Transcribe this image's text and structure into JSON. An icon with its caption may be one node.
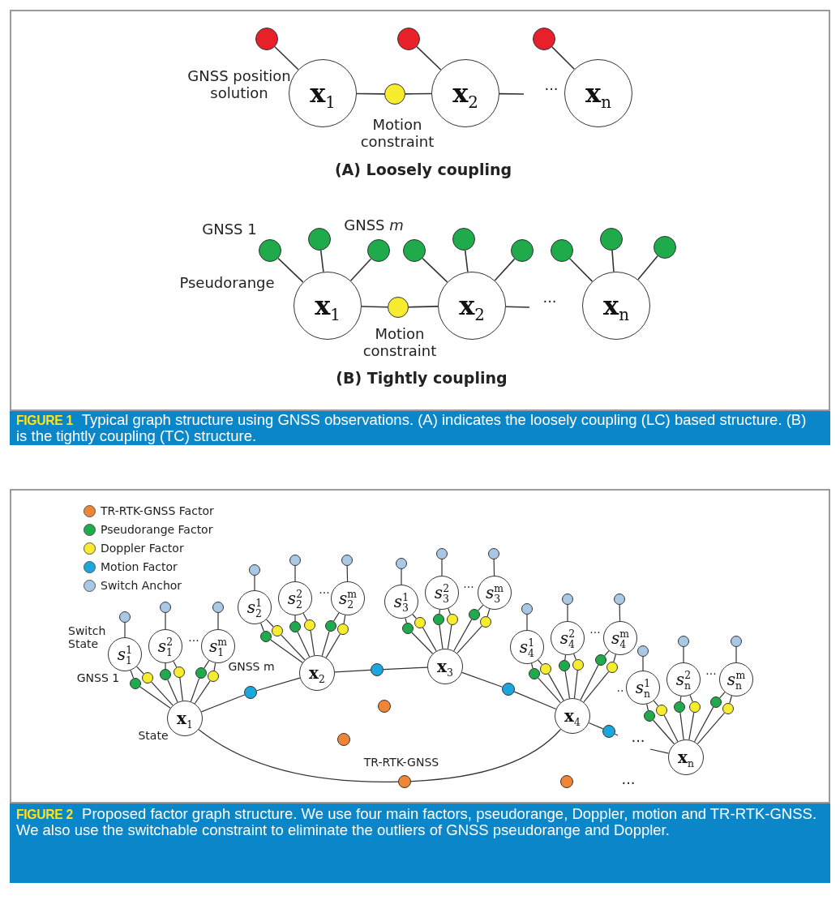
{
  "diagram": {
    "nodes": [
      {
        "text": [],
        "shape": "circle"
      },
      {
        "text": [
          "**x**$_{1}$"
        ]
      },
      {
        "text": [],
        "shape": "circle"
      },
      {
        "text": [],
        "shape": "circle"
      },
      {
        "text": [
          "**x**$_{2}$"
        ]
      },
      {
        "text": [],
        "shape": "circle"
      },
      {
        "text": [
          "**x**$_{n}$"
        ]
      },
      {
        "text": [],
        "shape": "circle"
      },
      {
        "text": [],
        "shape": "circle"
      },
      {
        "text": [],
        "shape": "circle"
      },
      {
        "text": [
          "**x**$_{1}$"
        ]
      },
      {
        "text": [],
        "shape": "circle"
      },
      {
        "text": [],
        "shape": "circle"
      },
      {
        "text": [],
        "shape": "circle"
      },
      {
        "text": [],
        "shape": "circle"
      },
      {
        "text": [
          "**x**$_{2}$"
        ]
      },
      {
        "text": [],
        "shape": "circle"
      },
      {
        "text": [],
        "shape": "circle"
      },
      {
        "text": [],
        "shape": "circle"
      },
      {
        "text": [
          "**x**$_{n}$"
        ]
      },
      {
        "text": [],
        "shape": "circle"
      },
      {
        "text": [],
        "shape": "circle"
      },
      {
        "text": [],
        "shape": "circle"
      },
      {
        "text": [
          "*s*$_{1}$$^{1}$"
        ]
      },
      {
        "text": [
          "*s*$_{1}$$^{2}$"
        ]
      },
      {
        "text": [
          "*s*$_{1}$$^{m}$"
        ]
      },
      {
        "text": [],
        "shape": "circle"
      },
      {
        "text": [],
        "shape": "circle"
      },
      {
        "text": [],
        "shape": "circle"
      },
      {
        "text": [],
        "shape": "circle"
      },
      {
        "text": [],
        "shape": "circle"
      },
      {
        "text": [],
        "shape": "circle"
      },
      {
        "text": [
          "**x**$_{1}$"
        ]
      },
      {
        "text": [],
        "shape": "circle"
      },
      {
        "text": [],
        "shape": "circle"
      },
      {
        "text": [],
        "shape": "circle"
      },
      {
        "text": [
          "*s*$_{2}$$^{1}$"
        ]
      },
      {
        "text": [
          "*s*$_{2}$$^{2}$"
        ]
      },
      {
        "text": [
          "*s*$_{2}$$^{m}$"
        ]
      },
      {
        "text": [],
        "shape": "circle"
      },
      {
        "text": [],
        "shape": "circle"
      },
      {
        "text": [],
        "shape": "circle"
      },
      {
        "text": [],
        "shape": "circle"
      },
      {
        "text": [],
        "shape": "circle"
      },
      {
        "text": [],
        "shape": "circle"
      },
      {
        "text": [
          "**x**$_{2}$"
        ]
      },
      {
        "text": [],
        "shape": "circle"
      },
      {
        "text": [],
        "shape": "circle"
      },
      {
        "text": [],
        "shape": "circle"
      },
      {
        "text": [
          "*s*$_{3}$$^{1}$"
        ]
      },
      {
        "text": [
          "*s*$_{3}$$^{2}$"
        ]
      },
      {
        "text": [
          "*s*$_{3}$$^{m}$"
        ]
      },
      {
        "text": [],
        "shape": "circle"
      },
      {
        "text": [],
        "shape": "circle"
      },
      {
        "text": [],
        "shape": "circle"
      },
      {
        "text": [],
        "shape": "circle"
      },
      {
        "text": [],
        "shape": "circle"
      },
      {
        "text": [],
        "shape": "circle"
      },
      {
        "text": [
          "**x**$_{3}$"
        ]
      },
      {
        "text": [],
        "shape": "circle"
      },
      {
        "text": [],
        "shape": "circle"
      },
      {
        "text": [],
        "shape": "circle"
      },
      {
        "text": [
          "*s*$_{4}$$^{1}$"
        ]
      },
      {
        "text": [
          "*s*$_{4}$$^{2}$"
        ]
      },
      {
        "text": [
          "*s*$_{4}$$^{m}$"
        ]
      },
      {
        "text": [],
        "shape": "circle"
      },
      {
        "text": [],
        "shape": "circle"
      },
      {
        "text": [],
        "shape": "circle"
      },
      {
        "text": [],
        "shape": "circle"
      },
      {
        "text": [],
        "shape": "circle"
      },
      {
        "text": [],
        "shape": "circle"
      },
      {
        "text": [
          "**x**$_{4}$"
        ]
      },
      {
        "text": [],
        "shape": "circle"
      },
      {
        "text": [],
        "shape": "circle"
      },
      {
        "text": [],
        "shape": "circle"
      },
      {
        "text": [
          "*s*$_{n}$$^{1}$"
        ]
      },
      {
        "text": [
          "*s*$_{n}$$^{2}$"
        ]
      },
      {
        "text": [
          "*s*$_{n}$$^{m}$"
        ]
      },
      {
        "text": [],
        "shape": "circle"
      },
      {
        "text": [],
        "shape": "circle"
      },
      {
        "text": [],
        "shape": "circle"
      },
      {
        "text": [],
        "shape": "circle"
      },
      {
        "text": [],
        "shape": "circle"
      },
      {
        "text": [],
        "shape": "circle"
      },
      {
        "text": [
          "**x**$_{n}$"
        ]
      },
      {
        "text": [],
        "shape": "circle"
      },
      {
        "text": [],
        "shape": "circle"
      },
      {
        "text": [],
        "shape": "circle"
      },
      {
        "text": [],
        "shape": "circle"
      },
      {
        "text": [],
        "shape": "circle"
      },
      {
        "text": [],
        "shape": "circle"
      },
      {
        "text": [],
        "shape": "circle"
      },
      {
        "text": [],
        "shape": "circle"
      }
    ],
    "edges": [
      {
        "from": 0,
        "to": 1,
        "arrow": "none"
      },
      {
        "from": 1,
        "to": 2,
        "arrow": "none"
      },
      {
        "from": 2,
        "to": 4,
        "arrow": "none"
      },
      {
        "from": 3,
        "to": 4,
        "arrow": "none"
      },
      {
        "from": 5,
        "to": 6,
        "arrow": "none"
      },
      {
        "from": 4,
        "to": null,
        "arrow": "none"
      },
      {
        "from": 7,
        "to": 10,
        "arrow": "none"
      },
      {
        "from": 8,
        "to": 10,
        "arrow": "none"
      },
      {
        "from": 9,
        "to": 10,
        "arrow": "none"
      },
      {
        "from": 10,
        "to": 11,
        "arrow": "none"
      },
      {
        "from": 11,
        "to": 15,
        "arrow": "none"
      },
      {
        "from": 12,
        "to": 15,
        "arrow": "none"
      },
      {
        "from": 13,
        "to": 15,
        "arrow": "none"
      },
      {
        "from": 14,
        "to": 15,
        "arrow": "none"
      },
      {
        "from": 15,
        "to": null,
        "arrow": "none"
      },
      {
        "from": 16,
        "to": 19,
        "arrow": "none"
      },
      {
        "from": 17,
        "to": 19,
        "arrow": "none"
      },
      {
        "from": 18,
        "to": 19,
        "arrow": "none"
      },
      {
        "from": 20,
        "to": 23,
        "arrow": "none"
      },
      {
        "from": 23,
        "to": 26,
        "arrow": "none"
      },
      {
        "from": 23,
        "to": 27,
        "arrow": "none"
      },
      {
        "from": 26,
        "to": 32,
        "arrow": "none"
      },
      {
        "from": 27,
        "to": 32,
        "arrow": "none"
      },
      {
        "from": 21,
        "to": 24,
        "arrow": "none"
      },
      {
        "from": 24,
        "to": 28,
        "arrow": "none"
      },
      {
        "from": 24,
        "to": 29,
        "arrow": "none"
      },
      {
        "from": 28,
        "to": 32,
        "arrow": "none"
      },
      {
        "from": 29,
        "to": 32,
        "arrow": "none"
      },
      {
        "from": 22,
        "to": 25,
        "arrow": "none"
      },
      {
        "from": 25,
        "to": 30,
        "arrow": "none"
      },
      {
        "from": 25,
        "to": 31,
        "arrow": "none"
      },
      {
        "from": 30,
        "to": 32,
        "arrow": "none"
      },
      {
        "from": 31,
        "to": 32,
        "arrow": "none"
      },
      {
        "from": 33,
        "to": 36,
        "arrow": "none"
      },
      {
        "from": 36,
        "to": 39,
        "arrow": "none"
      },
      {
        "from": 36,
        "to": 40,
        "arrow": "none"
      },
      {
        "from": 39,
        "to": 45,
        "arrow": "none"
      },
      {
        "from": 40,
        "to": 45,
        "arrow": "none"
      },
      {
        "from": 34,
        "to": 37,
        "arrow": "none"
      },
      {
        "from": 37,
        "to": 41,
        "arrow": "none"
      },
      {
        "from": 37,
        "to": 42,
        "arrow": "none"
      },
      {
        "from": 41,
        "to": 45,
        "arrow": "none"
      },
      {
        "from": 42,
        "to": 45,
        "arrow": "none"
      },
      {
        "from": 35,
        "to": 38,
        "arrow": "none"
      },
      {
        "from": 38,
        "to": 43,
        "arrow": "none"
      },
      {
        "from": 38,
        "to": 44,
        "arrow": "none"
      },
      {
        "from": 43,
        "to": 45,
        "arrow": "none"
      },
      {
        "from": 44,
        "to": 45,
        "arrow": "none"
      },
      {
        "from": 46,
        "to": 49,
        "arrow": "none"
      },
      {
        "from": 49,
        "to": 52,
        "arrow": "none"
      },
      {
        "from": 49,
        "to": 53,
        "arrow": "none"
      },
      {
        "from": 52,
        "to": 58,
        "arrow": "none"
      },
      {
        "from": 53,
        "to": 58,
        "arrow": "none"
      },
      {
        "from": 47,
        "to": 50,
        "arrow": "none"
      },
      {
        "from": 50,
        "to": 54,
        "arrow": "none"
      },
      {
        "from": 50,
        "to": 55,
        "arrow": "none"
      },
      {
        "from": 54,
        "to": 58,
        "arrow": "none"
      },
      {
        "from": 55,
        "to": 58,
        "arrow": "none"
      },
      {
        "from": 48,
        "to": 51,
        "arrow": "none"
      },
      {
        "from": 51,
        "to": 56,
        "arrow": "none"
      },
      {
        "from": 51,
        "to": 57,
        "arrow": "none"
      },
      {
        "from": 56,
        "to": 58,
        "arrow": "none"
      },
      {
        "from": 57,
        "to": 58,
        "arrow": "none"
      },
      {
        "from": 59,
        "to": 62,
        "arrow": "none"
      },
      {
        "from": 62,
        "to": 65,
        "arrow": "none"
      },
      {
        "from": 62,
        "to": 66,
        "arrow": "none"
      },
      {
        "from": 65,
        "to": 71,
        "arrow": "none"
      },
      {
        "from": 66,
        "to": 71,
        "arrow": "none"
      },
      {
        "from": 60,
        "to": 63,
        "arrow": "none"
      },
      {
        "from": 63,
        "to": 67,
        "arrow": "none"
      },
      {
        "from": 63,
        "to": 68,
        "arrow": "none"
      },
      {
        "from": 67,
        "to": 71,
        "arrow": "none"
      },
      {
        "from": 68,
        "to": 71,
        "arrow": "none"
      },
      {
        "from": 61,
        "to": 64,
        "arrow": "none"
      },
      {
        "from": 64,
        "to": 69,
        "arrow": "none"
      },
      {
        "from": 64,
        "to": 70,
        "arrow": "none"
      },
      {
        "from": 69,
        "to": 71,
        "arrow": "none"
      },
      {
        "from": 70,
        "to": 71,
        "arrow": "none"
      },
      {
        "from": 72,
        "to": 75,
        "arrow": "none"
      },
      {
        "from": 75,
        "to": 78,
        "arrow": "none"
      },
      {
        "from": 75,
        "to": 79,
        "arrow": "none"
      },
      {
        "from": 78,
        "to": 84,
        "arrow": "none"
      },
      {
        "from": 79,
        "to": 84,
        "arrow": "none"
      },
      {
        "from": 73,
        "to": 76,
        "arrow": "none"
      },
      {
        "from": 76,
        "to": 80,
        "arrow": "none"
      },
      {
        "from": 76,
        "to": 81,
        "arrow": "none"
      },
      {
        "from": 80,
        "to": 84,
        "arrow": "none"
      },
      {
        "from": 81,
        "to": 84,
        "arrow": "none"
      },
      {
        "from": 74,
        "to": 77,
        "arrow": "none"
      },
      {
        "from": 77,
        "to": 82,
        "arrow": "none"
      },
      {
        "from": 77,
        "to": 83,
        "arrow": "none"
      },
      {
        "from": 82,
        "to": 84,
        "arrow": "none"
      },
      {
        "from": 83,
        "to": 84,
        "arrow": "none"
      },
      {
        "from": 32,
        "to": 85,
        "arrow": "none"
      },
      {
        "from": 85,
        "to": 45,
        "arrow": "none"
      },
      {
        "from": 45,
        "to": 86,
        "arrow": "none"
      },
      {
        "from": 86,
        "to": 58,
        "arrow": "none"
      },
      {
        "from": 58,
        "to": 87,
        "arrow": "none"
      },
      {
        "from": 87,
        "to": 71,
        "arrow": "none"
      },
      {
        "from": 71,
        "to": 88,
        "arrow": "none"
      },
      {
        "from": 88,
        "to": null,
        "arrow": "none"
      },
      {
        "from": null,
        "to": 84,
        "arrow": "none"
      },
      {
        "from": 32,
        "to": 91,
        "arrow": "none"
      },
      {
        "from": 91,
        "to": 71,
        "arrow": "none"
      }
    ],
    "labels": [
      "GNSS position solution",
      "Motion constraint",
      "···",
      "(A) Loosely coupling",
      "GNSS 1",
      "GNSS *m*",
      "Pseudorange",
      "···",
      "Motion constraint",
      "(B) Tightly coupling",
      "**FIGURE 1** Typical graph structure using GNSS observations. (A) indicates the loosely coupling (LC) based structure. (B) is the tightly coupling (TC) structure.",
      "Switch State",
      "···",
      "GNSS 1",
      "GNSS m",
      "State",
      "···",
      "···",
      "···",
      "··",
      "···",
      "···",
      "TR-RTK-GNSS",
      "···",
      "**FIGURE 2** Proposed factor graph structure. We use four main factors, pseudorange, Doppler, motion and TR-RTK-GNSS. We also use the switchable constraint to eliminate the outliers of GNSS pseudorange and Doppler."
    ],
    "legend": [
      {
        "text": "TR-RTK-GNSS Factor",
        "color": "#ef8535"
      },
      {
        "text": "Pseudorange Factor",
        "color": "#1faa4b"
      },
      {
        "text": "Doppler Factor",
        "color": "#f7ec2e"
      },
      {
        "text": "Motion Factor",
        "color": "#1ba6de"
      },
      {
        "text": "Switch Anchor",
        "color": "#a9c8e6"
      }
    ]
  }
}
